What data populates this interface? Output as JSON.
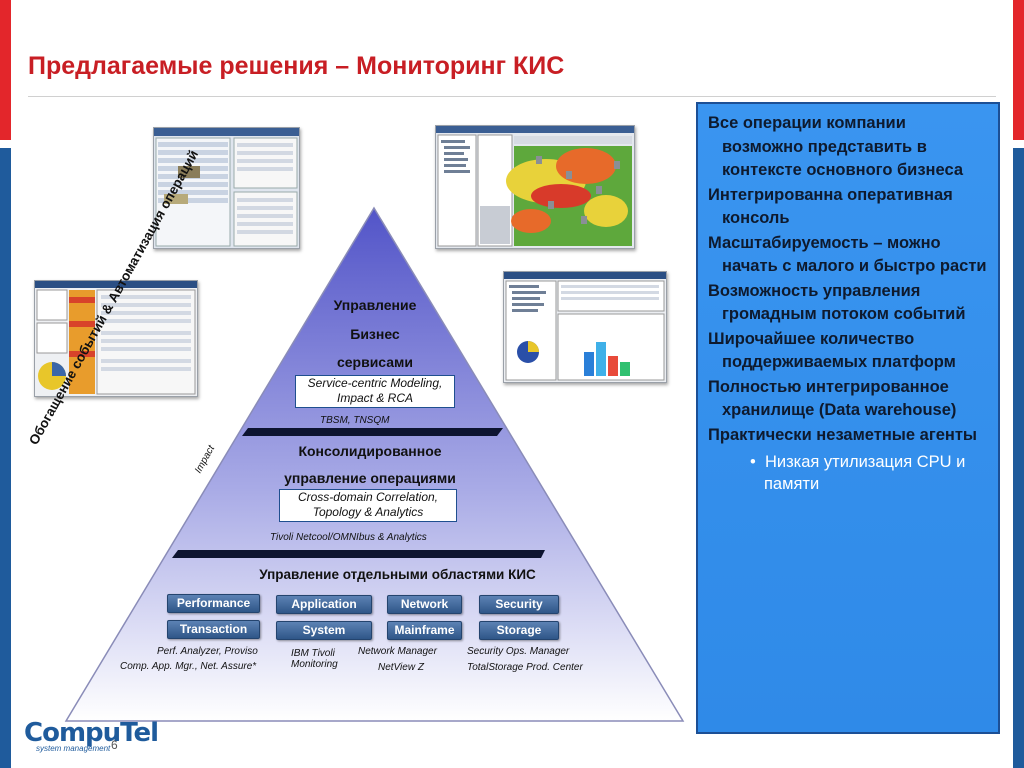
{
  "slide": {
    "title": "Предлагаемые решения – Мониторинг КИС",
    "page_number": "6"
  },
  "logo": {
    "name": "CompuTel",
    "tagline": "system management"
  },
  "pyramid": {
    "top": {
      "line1": "Управление",
      "line2": "Бизнес",
      "line3": "сервисами",
      "box": "Service-centric Modeling, Impact & RCA",
      "products": "TBSM, TNSQM"
    },
    "middle": {
      "line1": "Консолидированное",
      "line2": "управление операциями",
      "box": "Cross-domain Correlation, Topology & Analytics",
      "products": "Tivoli Netcool/OMNIbus & Analytics"
    },
    "bottom": {
      "title": "Управление отдельными областями КИС",
      "chips": [
        "Performance",
        "Application",
        "Network",
        "Security",
        "Transaction",
        "System",
        "Mainframe",
        "Storage"
      ],
      "col1_line1": "Perf. Analyzer, Proviso",
      "col1_line2": "Comp. App. Mgr., Net. Assure*",
      "col2_line1": "IBM Tivoli",
      "col2_line2": "Monitoring",
      "col3_line1": "Network Manager",
      "col3_line2": "NetView Z",
      "col4_line1": "Security Ops. Manager",
      "col4_line2": "TotalStorage Prod. Center"
    },
    "side_label": "Обогащение событий & Автоматизация операций",
    "side_sub": "Impact"
  },
  "panel": {
    "items": [
      "Все операции компании возможно представить в контексте основного бизнеса",
      "Интегрированна оперативная консоль",
      "Масштабируемость – можно начать с малого и быстро расти",
      "Возможность управления громадным потоком событий",
      "Широчайшее количество поддерживаемых платформ",
      "Полностью интегрированное хранилище (Data warehouse)",
      "Практически незаметные агенты"
    ],
    "sub_item": "Низкая утилизация CPU и памяти"
  },
  "colors": {
    "title_red": "#c81e24",
    "accent_blue": "#1f5b9c",
    "panel_blue": "#2f8ae8",
    "pyramid_top": "#5c5fcf",
    "pyramid_bottom": "#ffffff"
  }
}
